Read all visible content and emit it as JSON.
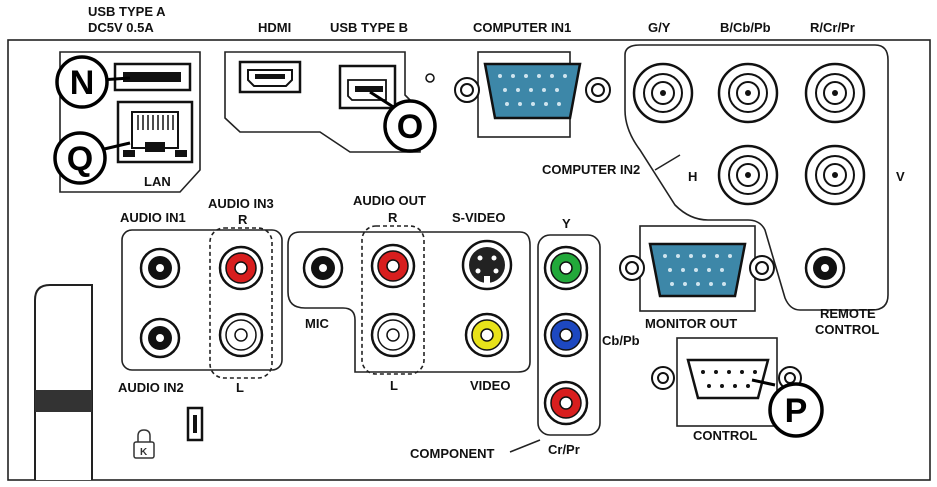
{
  "labels": {
    "usb_a_1": "USB TYPE A",
    "usb_a_2": "DC5V 0.5A",
    "hdmi": "HDMI",
    "usb_b": "USB TYPE B",
    "computer_in1": "COMPUTER IN1",
    "gy": "G/Y",
    "bcbpb": "B/Cb/Pb",
    "rcrpr": "R/Cr/Pr",
    "lan": "LAN",
    "computer_in2": "COMPUTER IN2",
    "h": "H",
    "v": "V",
    "audio_in1": "AUDIO IN1",
    "audio_in3": "AUDIO IN3",
    "audio_in3_r": "R",
    "audio_out": "AUDIO OUT",
    "audio_out_r": "R",
    "svideo": "S-VIDEO",
    "y": "Y",
    "mic": "MIC",
    "cbpb": "Cb/Pb",
    "monitor_out": "MONITOR OUT",
    "remote_1": "REMOTE",
    "remote_2": "CONTROL",
    "audio_in2": "AUDIO IN2",
    "audio_in3_l": "L",
    "audio_out_l": "L",
    "video": "VIDEO",
    "component": "COMPONENT",
    "crpr": "Cr/Pr",
    "control": "CONTROL"
  },
  "callouts": {
    "n": "N",
    "o": "O",
    "p": "P",
    "q": "Q"
  },
  "colors": {
    "vga_blue": "#3d87a8",
    "rca_red": "#d81e1e",
    "rca_green": "#22a83a",
    "rca_blue": "#1d48c0",
    "rca_yellow": "#e8e21a",
    "rca_white": "#ffffff"
  },
  "icons": [
    "kensington-lock-icon",
    "security-bar-icon"
  ]
}
